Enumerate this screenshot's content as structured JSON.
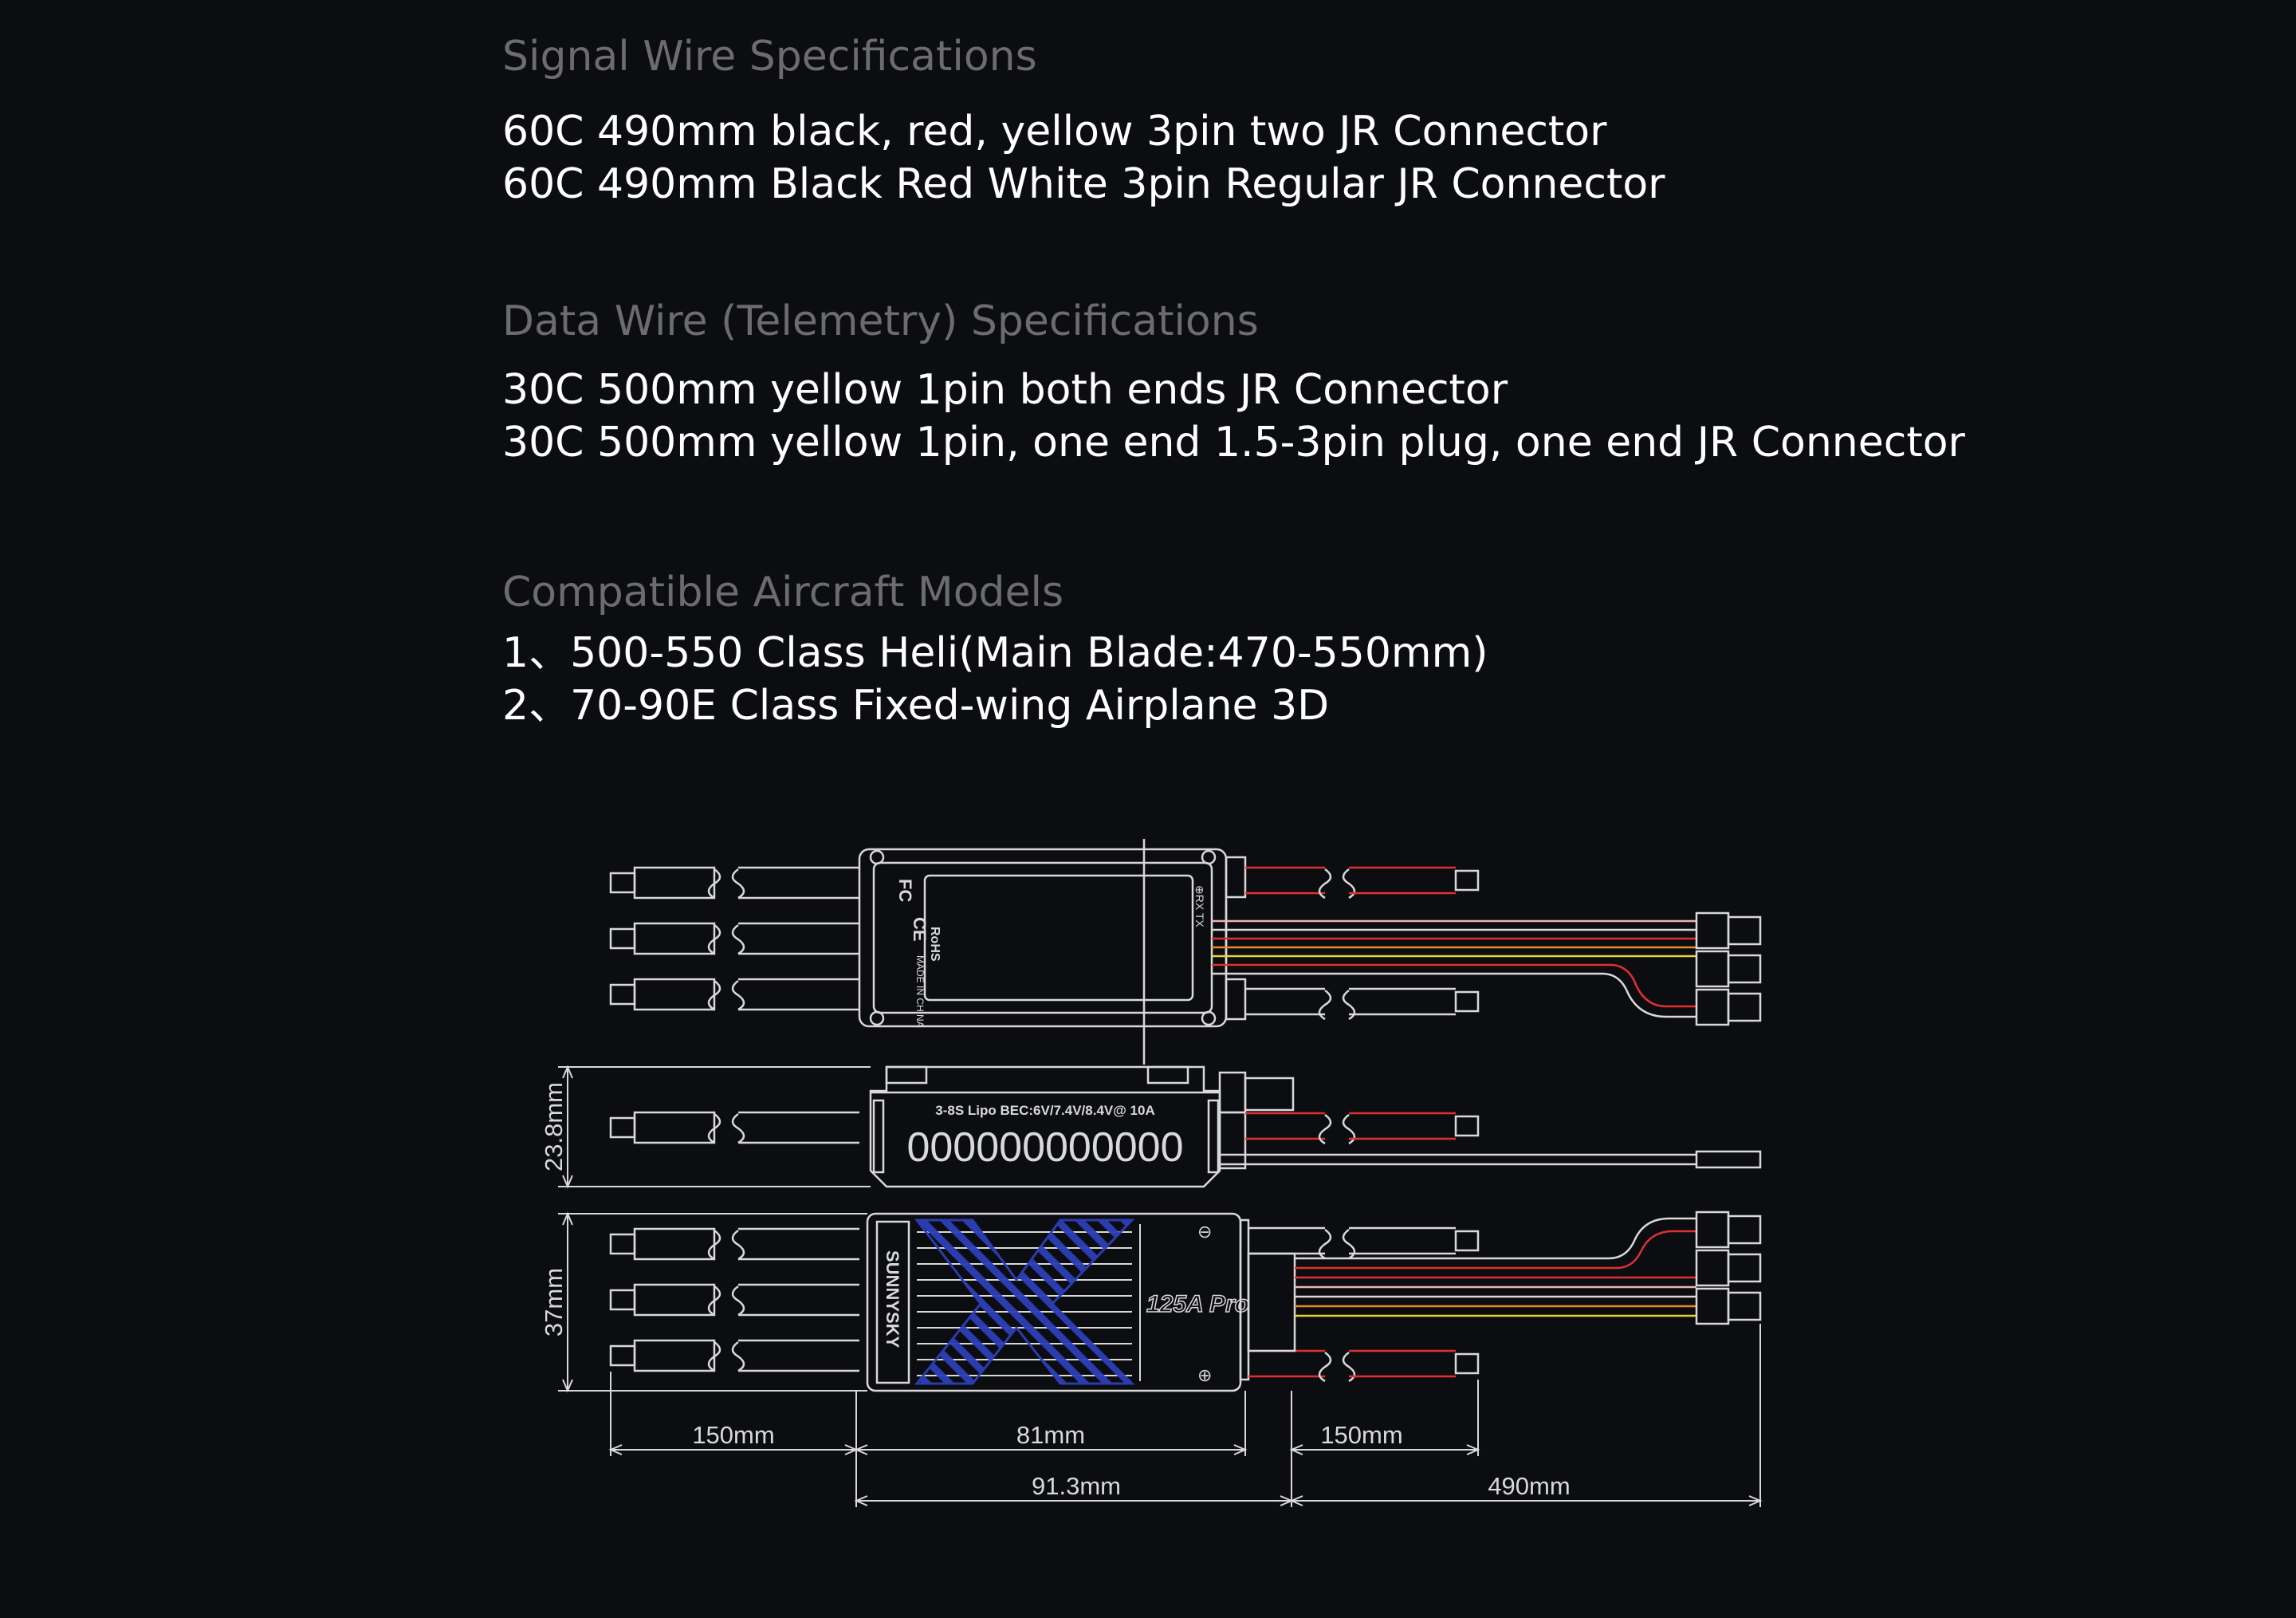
{
  "signal": {
    "heading": "Signal Wire Specifications",
    "lines": [
      "60C 490mm black, red, yellow 3pin two JR Connector",
      "60C 490mm Black Red White 3pin Regular JR Connector"
    ]
  },
  "data_wire": {
    "heading": "Data Wire (Telemetry) Specifications",
    "lines": [
      "30C 500mm yellow 1pin both ends JR Connector",
      "30C 500mm yellow 1pin, one end 1.5-3pin plug, one end JR Connector"
    ]
  },
  "models": {
    "heading": "Compatible Aircraft Models",
    "lines": [
      "1、500-550 Class Heli(Main Blade:470-550mm)",
      "2、70-90E Class Fixed-wing Airplane 3D"
    ]
  },
  "diagram": {
    "colors": {
      "line": "#d9d9d9",
      "red_wire": "#e03030",
      "yellow_wire": "#e8d23a",
      "orange_wire": "#e88a2a",
      "pink_wire": "#e8b4b4",
      "accent_blue": "#2c3fb8"
    },
    "labels": {
      "fc_mark": "FC",
      "ce_mark": "CE",
      "rohs_mark": "RoHS",
      "made_in": "MADE IN CHINA",
      "ports": "⊕RX TX",
      "spec": "3-8S Lipo BEC:6V/7.4V/8.4V@ 10A",
      "serial": "000000000000",
      "brand": "SUNNYSKY",
      "model": "125A Pro",
      "minus_mark": "⊖",
      "plus_mark": "⊕"
    },
    "dimensions": {
      "height_side": "23.8mm",
      "width_body": "37mm",
      "lead_motor": "150mm",
      "length_body": "81mm",
      "lead_battery": "150mm",
      "length_total": "91.3mm",
      "signal_wire": "490mm"
    }
  }
}
